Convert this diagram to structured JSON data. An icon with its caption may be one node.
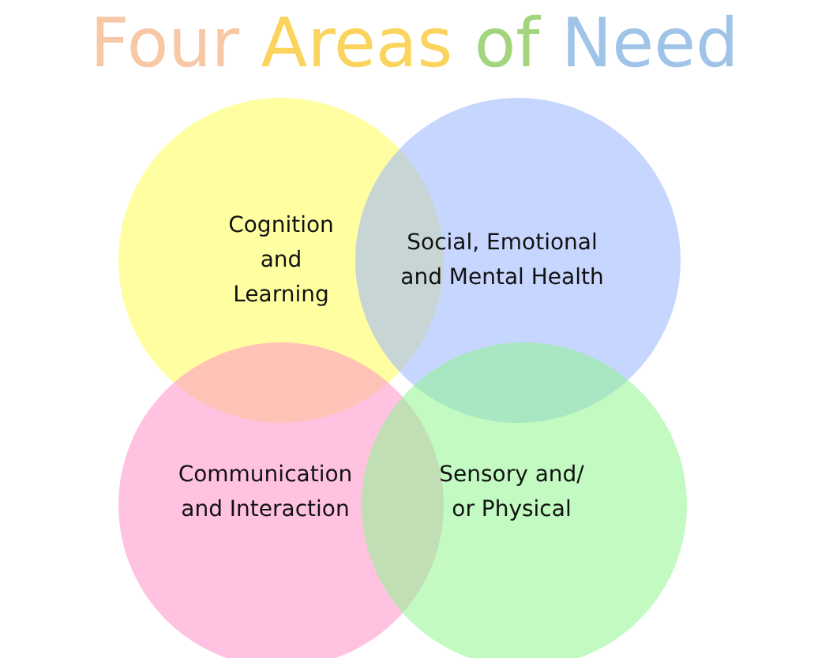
{
  "diagram": {
    "title": "Four Areas of Need",
    "nodes": [
      {
        "text": [
          "Cognition and Learning"
        ]
      },
      {
        "text": [
          "Social, Emotional and Mental Health"
        ]
      },
      {
        "text": [
          "Communication and Interaction"
        ]
      },
      {
        "text": [
          "Sensory and/ or Physical"
        ]
      }
    ]
  }
}
